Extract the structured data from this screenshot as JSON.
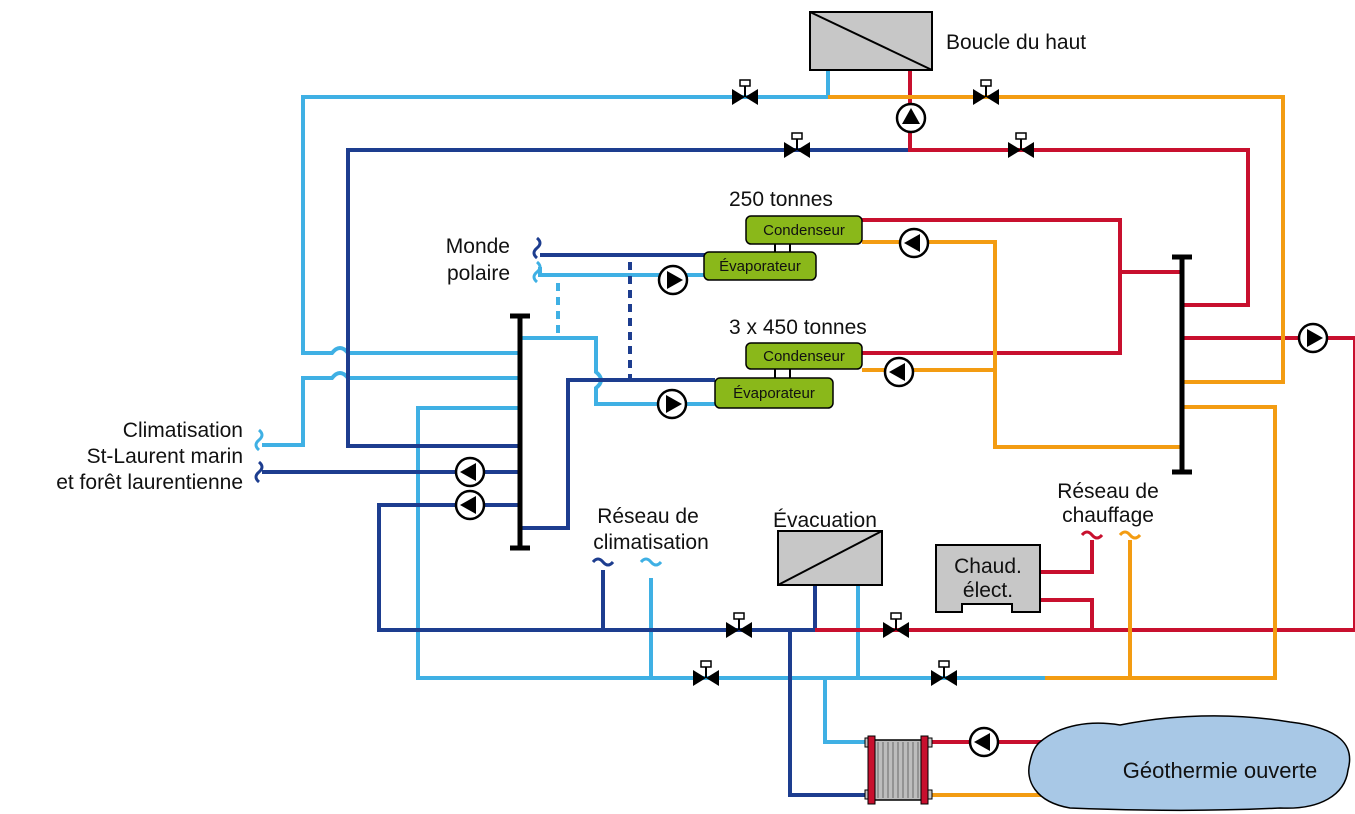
{
  "labels": {
    "boucle_du_haut": "Boucle du haut",
    "tonnes_250": "250 tonnes",
    "tonnes_3x450": "3 x 450 tonnes",
    "condenseur": "Condenseur",
    "evaporateur": "Évaporateur",
    "monde_polaire_1": "Monde",
    "monde_polaire_2": "polaire",
    "climatisation_1": "Climatisation",
    "climatisation_2": "St-Laurent marin",
    "climatisation_3": "et forêt laurentienne",
    "reseau_clim_1": "Réseau de",
    "reseau_clim_2": "climatisation",
    "evacuation": "Évacuation",
    "reseau_chauf_1": "Réseau de",
    "reseau_chauf_2": "chauffage",
    "chaud_1": "Chaud.",
    "chaud_2": "élect.",
    "geothermie": "Géothermie ouverte"
  },
  "colors": {
    "light_blue": "#3fb0e4",
    "dark_blue": "#1d3d8f",
    "red": "#c8102e",
    "orange": "#f39c12",
    "component_green": "#8ab81a",
    "exchanger_grey": "#c7c7c7",
    "lake_blue": "#a8c8e6"
  }
}
